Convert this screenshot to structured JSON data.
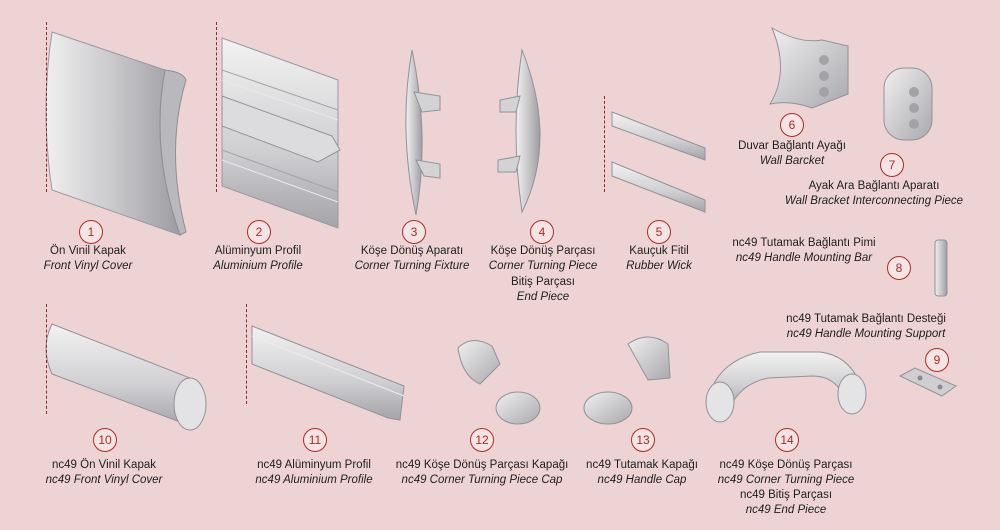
{
  "parts": [
    {
      "number": "1",
      "tr": "Ön Vinil Kapak",
      "en": "Front Vinyl Cover"
    },
    {
      "number": "2",
      "tr": "Alüminyum Profil",
      "en": "Aluminium Profile"
    },
    {
      "number": "3",
      "tr": "Köşe Dönüş Aparatı",
      "en": "Corner Turning Fixture"
    },
    {
      "number": "4",
      "tr": "Köşe Dönüş Parçası",
      "en": "Corner Turning Piece",
      "tr2": "Bitiş Parçası",
      "en2": "End Piece"
    },
    {
      "number": "5",
      "tr": "Kauçuk Fitil",
      "en": "Rubber Wick"
    },
    {
      "number": "6",
      "tr": "Duvar Bağlantı Ayağı",
      "en": "Wall Barcket"
    },
    {
      "number": "7",
      "tr": "Ayak Ara Bağlantı Aparatı",
      "en": "Wall Bracket Interconnecting Piece"
    },
    {
      "number": "8",
      "tr": "nc49 Tutamak Bağlantı Pimi",
      "en": "nc49 Handle Mounting Bar"
    },
    {
      "number": "9",
      "tr": "nc49 Tutamak Bağlantı Desteği",
      "en": "nc49 Handle Mounting Support"
    },
    {
      "number": "10",
      "tr": "nc49 Ön Vinil Kapak",
      "en": "nc49 Front Vinyl Cover"
    },
    {
      "number": "11",
      "tr": "nc49 Alüminyum Profil",
      "en": "nc49 Aluminium Profile"
    },
    {
      "number": "12",
      "tr": "nc49 Köşe Dönüş Parçası Kapağı",
      "en": "nc49 Corner Turning Piece Cap"
    },
    {
      "number": "13",
      "tr": "nc49 Tutamak Kapağı",
      "en": "nc49 Handle Cap"
    },
    {
      "number": "14",
      "tr": "nc49 Köşe Dönüş Parçası",
      "en": "nc49 Corner Turning Piece",
      "tr2": "nc49 Bitiş Parçası",
      "en2": "nc49 End Piece"
    }
  ],
  "colors": {
    "background": "#eed3d4",
    "accent": "#b0292b",
    "part_fill": "#d7d7d9",
    "part_stroke": "#9a9a9e"
  }
}
